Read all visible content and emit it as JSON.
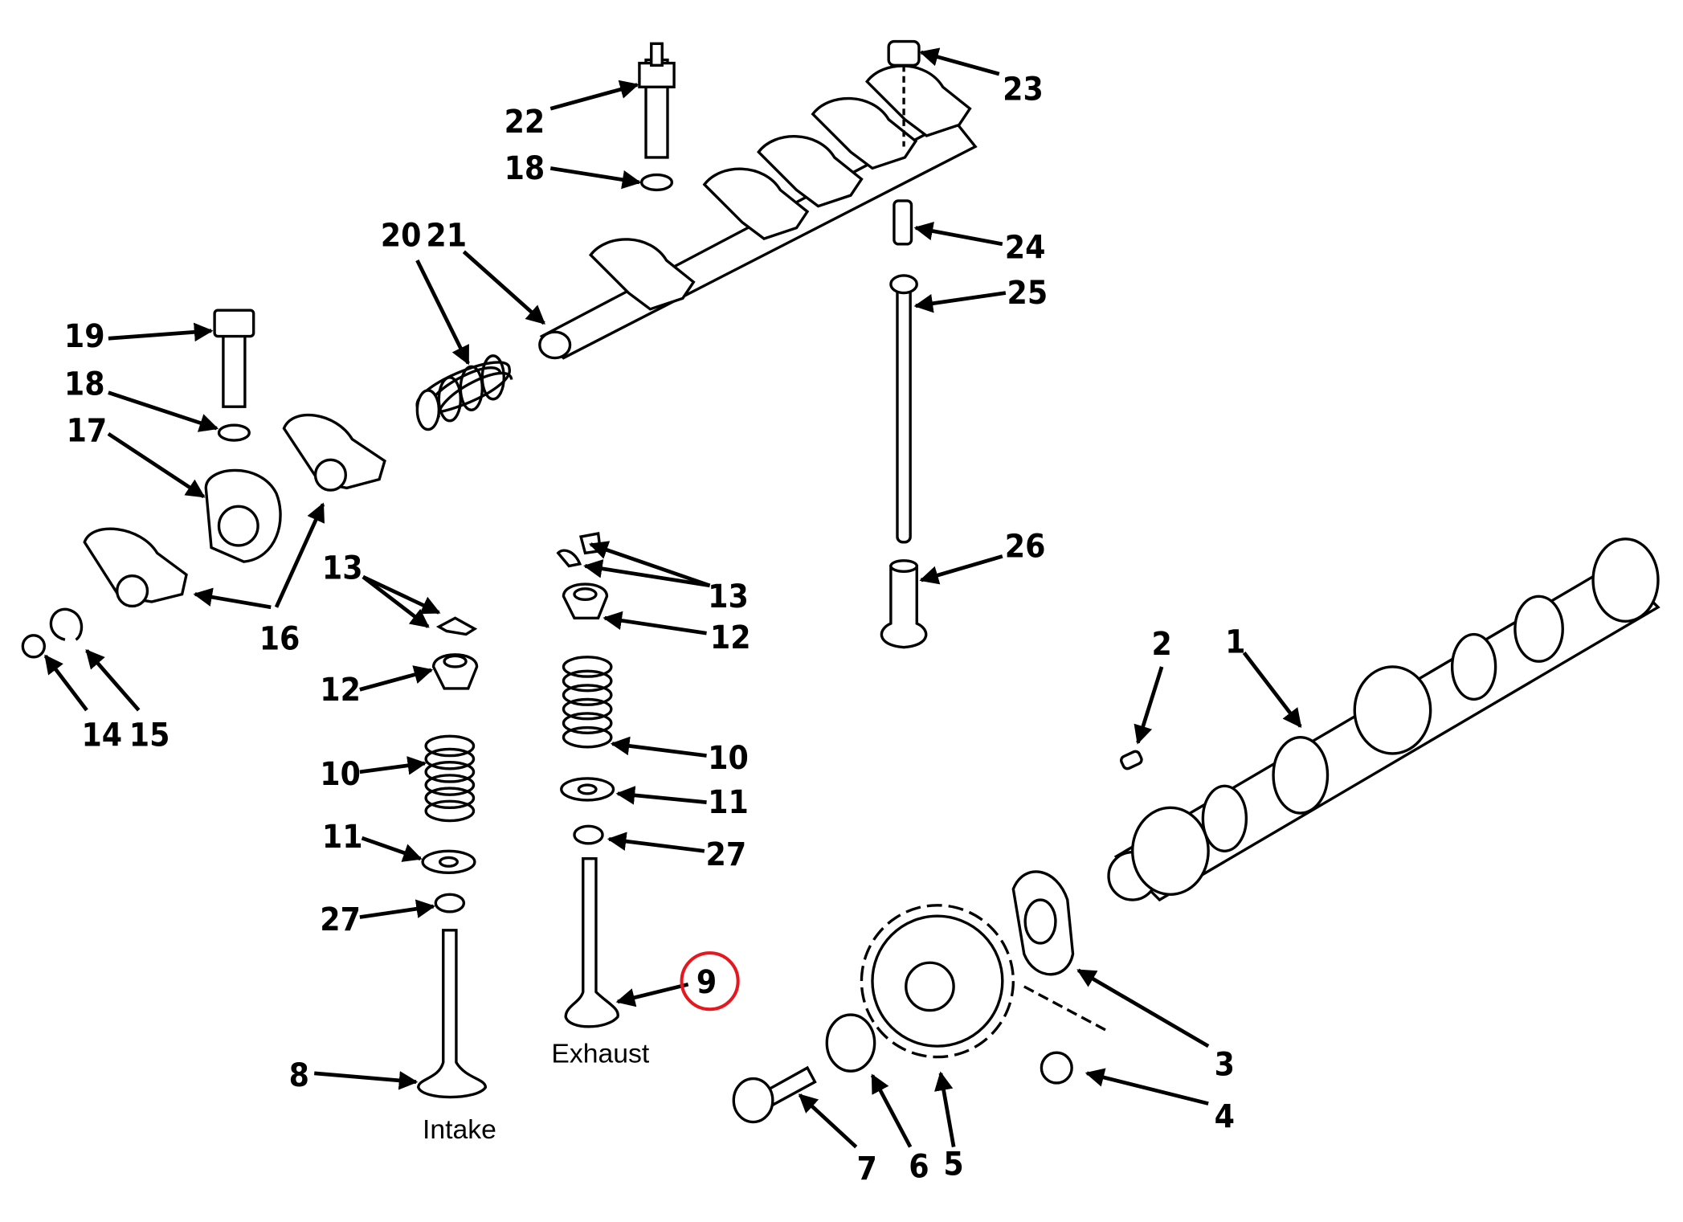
{
  "diagram": {
    "title": "Valve train / camshaft exploded parts diagram",
    "callouts": [
      "22",
      "18",
      "23",
      "24",
      "25",
      "20",
      "21",
      "19",
      "18",
      "17",
      "13",
      "16",
      "12",
      "14",
      "15",
      "10",
      "11",
      "27",
      "8",
      "13",
      "12",
      "10",
      "11",
      "27",
      "9",
      "26",
      "2",
      "1",
      "3",
      "4",
      "7",
      "6",
      "5"
    ],
    "words": {
      "intake": "Intake",
      "exhaust": "Exhaust"
    },
    "highlight": {
      "label": "9",
      "color": "#e8161e"
    }
  }
}
